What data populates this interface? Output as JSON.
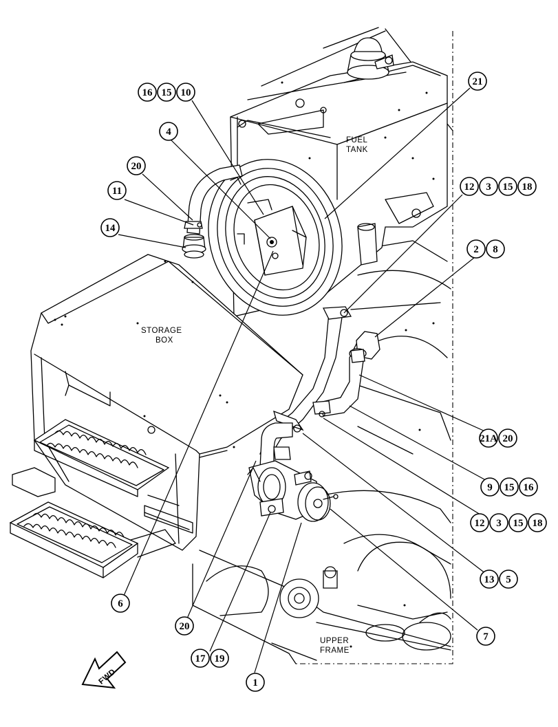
{
  "labels": {
    "fuel_tank": [
      "FUEL",
      "TANK"
    ],
    "storage_box": [
      "STORAGE",
      "BOX"
    ],
    "upper_frame": [
      "UPPER",
      "FRAME"
    ],
    "fwd": "FWD"
  },
  "callouts": {
    "c_16_15_10": [
      "16",
      "15",
      "10"
    ],
    "c_4": [
      "4"
    ],
    "c_20_top": [
      "20"
    ],
    "c_11": [
      "11"
    ],
    "c_14": [
      "14"
    ],
    "c_21": [
      "21"
    ],
    "c_12_3_15_18_top": [
      "12",
      "3",
      "15",
      "18"
    ],
    "c_2_8": [
      "2",
      "8"
    ],
    "c_21a_20": [
      "21A",
      "20"
    ],
    "c_9_15_16": [
      "9",
      "15",
      "16"
    ],
    "c_12_3_15_18_bot": [
      "12",
      "3",
      "15",
      "18"
    ],
    "c_13_5": [
      "13",
      "5"
    ],
    "c_7": [
      "7"
    ],
    "c_6": [
      "6"
    ],
    "c_20_bot": [
      "20"
    ],
    "c_17_19": [
      "17",
      "19"
    ],
    "c_1": [
      "1"
    ]
  }
}
